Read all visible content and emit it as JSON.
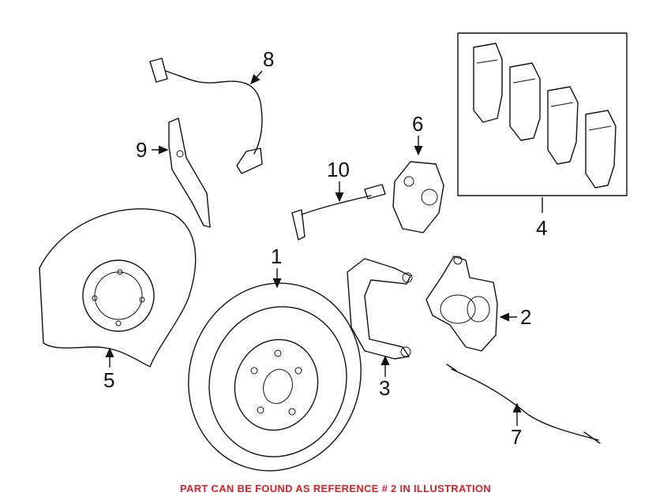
{
  "diagram": {
    "callouts": {
      "c1": "1",
      "c2": "2",
      "c3": "3",
      "c4": "4",
      "c5": "5",
      "c6": "6",
      "c7": "7",
      "c8": "8",
      "c9": "9",
      "c10": "10"
    },
    "footer_note": "PART CAN BE FOUND AS REFERENCE # 2 IN ILLUSTRATION",
    "colors": {
      "line": "#111111",
      "note": "#d2232a",
      "background": "#ffffff"
    }
  }
}
